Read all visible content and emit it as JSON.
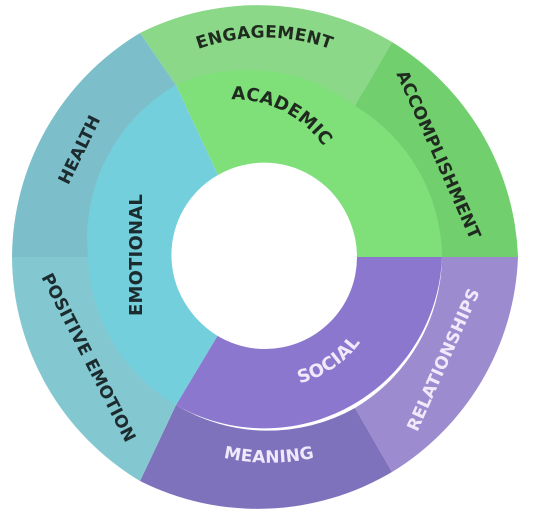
{
  "inner_segments": [
    {
      "id": "academic",
      "label": "ACADEMIC",
      "color": "#7fe07a",
      "text_color": "#1f2b1f"
    },
    {
      "id": "social",
      "label": "SOCIAL",
      "color": "#8b77cd",
      "text_color": "#efe9fb"
    },
    {
      "id": "emotional",
      "label": "EMOTIONAL",
      "color": "#74cfdc",
      "text_color": "#1c2b2e"
    }
  ],
  "outer_segments": [
    {
      "id": "engagement",
      "label": "ENGAGEMENT",
      "color": "#8ad888",
      "text_color": "#1f2b1f"
    },
    {
      "id": "accomplishment",
      "label": "ACCOMPLISHMENT",
      "color": "#72cf6e",
      "text_color": "#1f2b1f"
    },
    {
      "id": "relationships",
      "label": "RELATIONSHIPS",
      "color": "#9d8bcf",
      "text_color": "#efe9fb"
    },
    {
      "id": "meaning",
      "label": "MEANING",
      "color": "#7f72bd",
      "text_color": "#efe9fb"
    },
    {
      "id": "positive-emotion",
      "label": "POSITIVE EMOTION",
      "color": "#83c8d0",
      "text_color": "#1c2b2e"
    },
    {
      "id": "health",
      "label": "HEALTH",
      "color": "#7cbfcb",
      "text_color": "#1c2b2e"
    }
  ]
}
